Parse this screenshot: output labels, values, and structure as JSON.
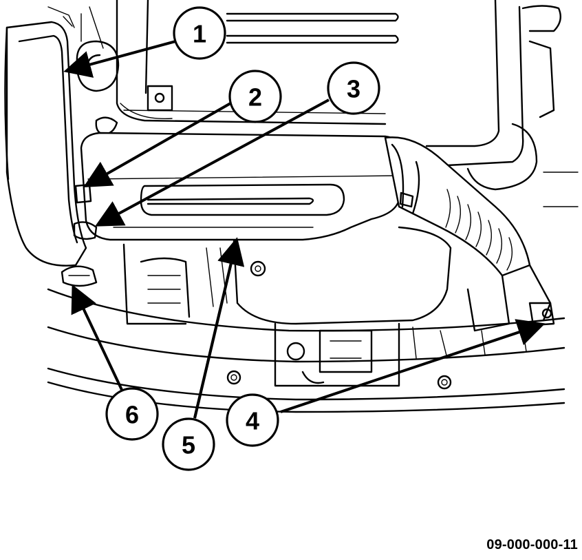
{
  "callouts": [
    {
      "id": "1",
      "label": "1"
    },
    {
      "id": "2",
      "label": "2"
    },
    {
      "id": "3",
      "label": "3"
    },
    {
      "id": "4",
      "label": "4"
    },
    {
      "id": "5",
      "label": "5"
    },
    {
      "id": "6",
      "label": "6"
    }
  ],
  "figure_id": "09-000-000-11"
}
